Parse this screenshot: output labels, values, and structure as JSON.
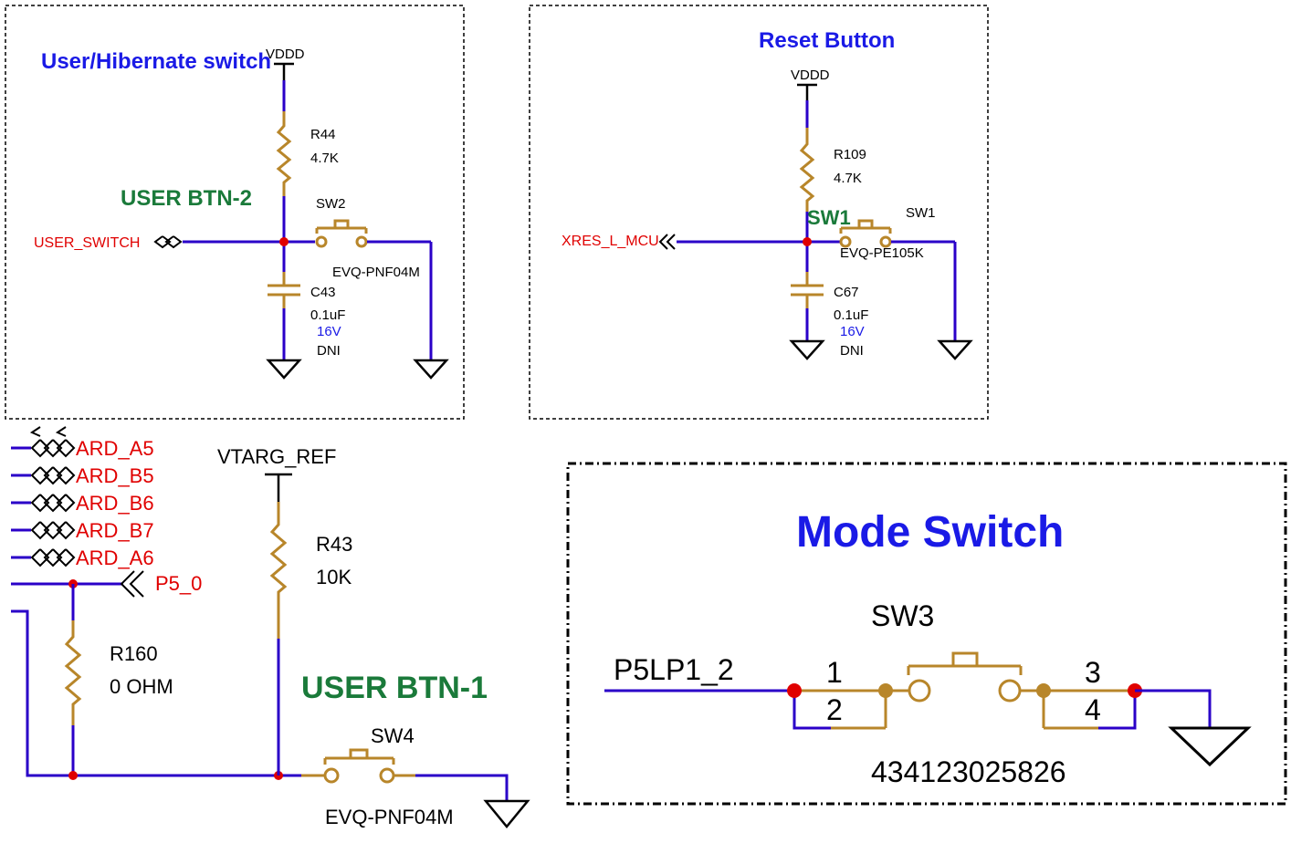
{
  "panels": {
    "user_hibernate": {
      "title": "User/Hibernate switch",
      "btn_label": "USER BTN-2",
      "net_label": "USER_SWITCH",
      "power": "VDDD",
      "resistor": {
        "ref": "R44",
        "value": "4.7K"
      },
      "switch": {
        "ref": "SW2",
        "part": "EVQ-PNF04M"
      },
      "capacitor": {
        "ref": "C43",
        "value": "0.1uF",
        "voltage": "16V",
        "note": "DNI"
      }
    },
    "reset": {
      "title": "Reset Button",
      "btn_label": "SW1",
      "net_label": "XRES_L_MCU",
      "power": "VDDD",
      "resistor": {
        "ref": "R109",
        "value": "4.7K"
      },
      "switch": {
        "ref": "SW1",
        "part": "EVQ-PE105K"
      },
      "capacitor": {
        "ref": "C67",
        "value": "0.1uF",
        "voltage": "16V",
        "note": "DNI"
      }
    },
    "user_btn1": {
      "ports": [
        "ARD_A5",
        "ARD_B5",
        "ARD_B6",
        "ARD_B7",
        "ARD_A6"
      ],
      "net_label": "P5_0",
      "power": "VTARG_REF",
      "resistor": {
        "ref": "R43",
        "value": "10K"
      },
      "resistor2": {
        "ref": "R160",
        "value": "0 OHM"
      },
      "btn_label": "USER BTN-1",
      "switch": {
        "ref": "SW4",
        "part": "EVQ-PNF04M"
      }
    },
    "mode_switch": {
      "title": "Mode Switch",
      "net_label": "P5LP1_2",
      "switch": {
        "ref": "SW3",
        "part": "434123025826"
      },
      "pins": [
        "1",
        "2",
        "3",
        "4"
      ]
    }
  },
  "colors": {
    "wire": "#2a00c8",
    "component": "#b8862a",
    "net_label": "#e00000",
    "title": "#1a1ae6",
    "button_label": "#1a7a3a"
  }
}
